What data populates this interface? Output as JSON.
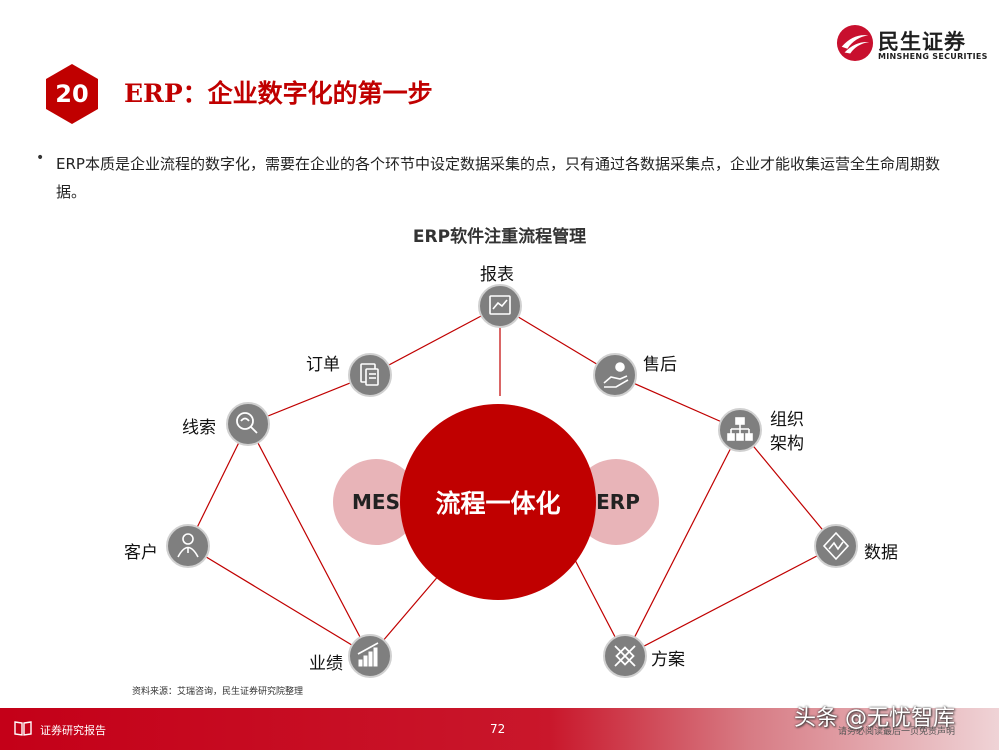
{
  "header": {
    "brand_cn": "民生证券",
    "brand_en": "MINSHENG SECURITIES",
    "page_number_badge": "20",
    "title": "ERP：企业数字化的第一步",
    "accent_color": "#c00000"
  },
  "bullet": {
    "text": "ERP本质是企业流程的数字化，需要在企业的各个环节中设定数据采集的点，只有通过各数据采集点，企业才能收集运营全生命周期数据。"
  },
  "diagram": {
    "title": "ERP软件注重流程管理",
    "center_label": "流程一体化",
    "left_label": "MES",
    "right_label": "ERP",
    "nodes": [
      {
        "key": "report",
        "label": "报表",
        "icon": "report-icon"
      },
      {
        "key": "order",
        "label": "订单",
        "icon": "document-icon"
      },
      {
        "key": "after_sales",
        "label": "售后",
        "icon": "hand-service-icon"
      },
      {
        "key": "lead",
        "label": "线索",
        "icon": "magnifier-icon"
      },
      {
        "key": "org",
        "label": "组织",
        "label2": "架构",
        "icon": "org-chart-icon"
      },
      {
        "key": "customer",
        "label": "客户",
        "icon": "person-icon"
      },
      {
        "key": "data",
        "label": "数据",
        "icon": "data-chart-icon"
      },
      {
        "key": "performance",
        "label": "业绩",
        "icon": "bar-growth-icon"
      },
      {
        "key": "plan",
        "label": "方案",
        "icon": "tools-icon"
      }
    ],
    "colors": {
      "node_fill": "#7f7f7f",
      "line": "#c00000",
      "center": "#c00000",
      "side": "#e8b4b8"
    }
  },
  "source": "资料来源：艾瑞咨询，民生证券研究院整理",
  "footer": {
    "label": "证券研究报告",
    "page": "72",
    "disclaimer": "请务必阅读最后一页免责声明"
  },
  "watermark": "头条 @无忧智库"
}
